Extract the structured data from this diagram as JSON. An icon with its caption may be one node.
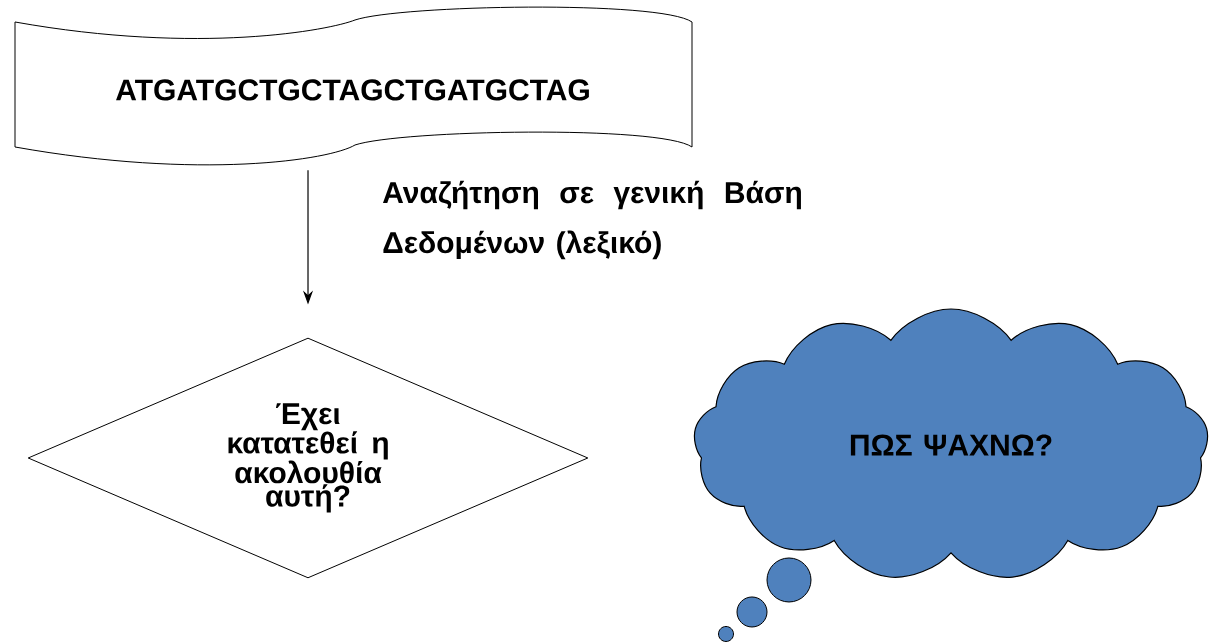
{
  "diagram": {
    "nodes": [
      {
        "text": [
          "ATGATGCTGCTAGCTGATGCTAG"
        ]
      },
      {
        "text": [
          "Έχει κατατεθεί η ακολουθία αυτή?"
        ]
      },
      {
        "text": [
          "ΠΩΣ ΨΑΧΝΩ?"
        ]
      }
    ],
    "edges": [
      {
        "from": 0,
        "to": 1,
        "arrow": "to",
        "label": "Αναζήτηση σε γενική Βάση Δεδομένων (λεξικό)"
      }
    ]
  }
}
